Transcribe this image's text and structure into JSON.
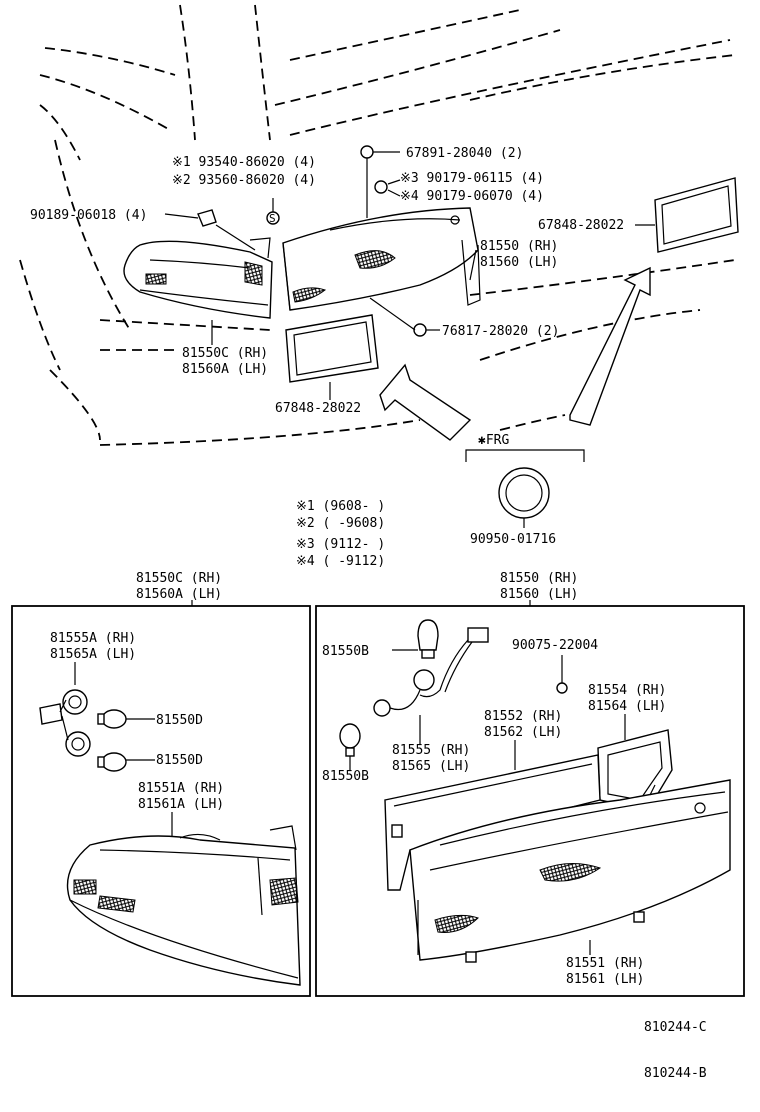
{
  "top": {
    "clip_a": "67891-28040 (2)",
    "screw_1": "※1 93540-86020 (4)",
    "screw_2": "※2 93560-86020 (4)",
    "screw_3": "※3 90179-06115 (4)",
    "screw_4": "※4 90179-06070 (4)",
    "nut": "90189-06018 (4)",
    "gasket_r": "67848-28022",
    "lamp_r_rh": "81550 (RH)",
    "lamp_r_lh": "81560 (LH)",
    "clip_b": "76817-28020 (2)",
    "lamp_l_rh": "81550C (RH)",
    "lamp_l_lh": "81560A (LH)",
    "gasket_l": "67848-28022"
  },
  "frg": {
    "title": "✱FRG",
    "part": "90950-01716"
  },
  "notes": [
    "※1 (9608-          )",
    "※2 (          -9608)",
    "※3 (9112-          )",
    "※4 (          -9112)"
  ],
  "left_box": {
    "head_1": "81550C (RH)",
    "head_2": "81560A (LH)",
    "socket_rh": "81555A (RH)",
    "socket_lh": "81565A (LH)",
    "bulb_1": "81550D",
    "bulb_2": "81550D",
    "lens_rh": "81551A (RH)",
    "lens_lh": "81561A (LH)"
  },
  "right_box": {
    "head_1": "81550 (RH)",
    "head_2": "81560 (LH)",
    "bulb_a": "81550B",
    "plug": "90075-22004",
    "gasket_rh": "81554 (RH)",
    "gasket_lh": "81564 (LH)",
    "housing_rh": "81552 (RH)",
    "housing_lh": "81562 (LH)",
    "socket_rh": "81555 (RH)",
    "socket_lh": "81565 (LH)",
    "bulb_b": "81550B",
    "lens_rh": "81551 (RH)",
    "lens_lh": "81561 (LH)"
  },
  "codes": {
    "c": "810244-C",
    "b": "810244-B"
  }
}
